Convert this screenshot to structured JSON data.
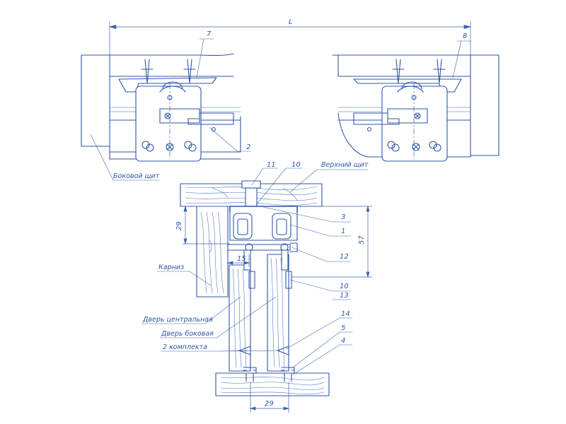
{
  "labels": {
    "dim_L": "L",
    "side_panel": "Боковой щит",
    "top_panel": "Верхний щит",
    "cornice": "Карниз",
    "door_center": "Дверь центральная",
    "door_side": "Дверь боковая",
    "two_sets": "2 комплекта"
  },
  "dimensions": {
    "d29_left": "29",
    "d57": "57",
    "d15": "15",
    "d29_bottom": "29"
  },
  "callouts": {
    "c7": "7",
    "c8": "8",
    "c2": "2",
    "c11": "11",
    "c10_top": "10",
    "c3": "3",
    "c1": "1",
    "c12": "12",
    "c10_mid": "10",
    "c13": "13",
    "c14": "14",
    "c5": "5",
    "c4": "4"
  },
  "colors": {
    "ink": "#2f56a6"
  }
}
